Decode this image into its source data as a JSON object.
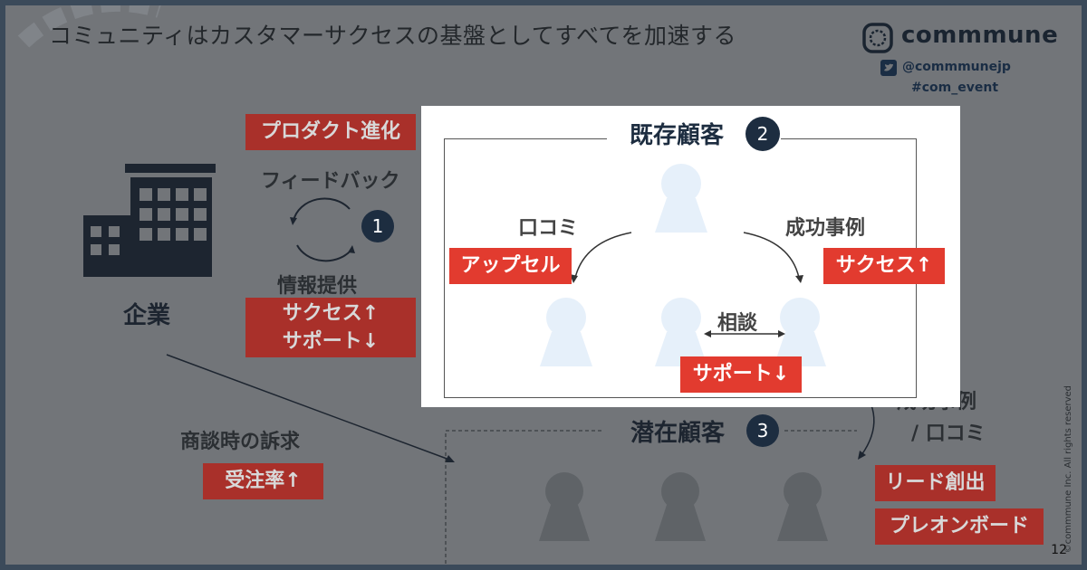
{
  "slide": {
    "title": "コミュニティはカスタマーサクセスの基盤としてすべてを加速する",
    "page_number": "12",
    "copyright": "©commmune Inc. All rights reserved"
  },
  "brand": {
    "logo_text": "commmune",
    "twitter_handle": "@commmunejp",
    "hashtag": "#com_event"
  },
  "company": {
    "label": "企業",
    "product_evolution": "プロダクト進化",
    "feedback": "フィードバック",
    "cycle_number": "1",
    "info_provision": "情報提供",
    "success_up": "サクセス↑",
    "support_down": "サポート↓",
    "pitch_label": "商談時の訴求",
    "order_rate": "受注率↑"
  },
  "existing_customers": {
    "title": "既存顧客",
    "number": "2",
    "word_of_mouth": "口コミ",
    "upsell": "アップセル",
    "success_story": "成功事例",
    "success_up": "サクセス↑",
    "consultation": "相談",
    "support_down": "サポート↓"
  },
  "potential_customers": {
    "title": "潜在顧客",
    "number": "3",
    "success_story": "成功事例",
    "word_of_mouth": "/ 口コミ",
    "lead_generation": "リード創出",
    "preonboard": "プレオンボード"
  },
  "colors": {
    "accent_red": "#e23b2f",
    "navy": "#1d2d40",
    "person_light": "#e6f0fa",
    "dim_overlay": "#727579"
  }
}
